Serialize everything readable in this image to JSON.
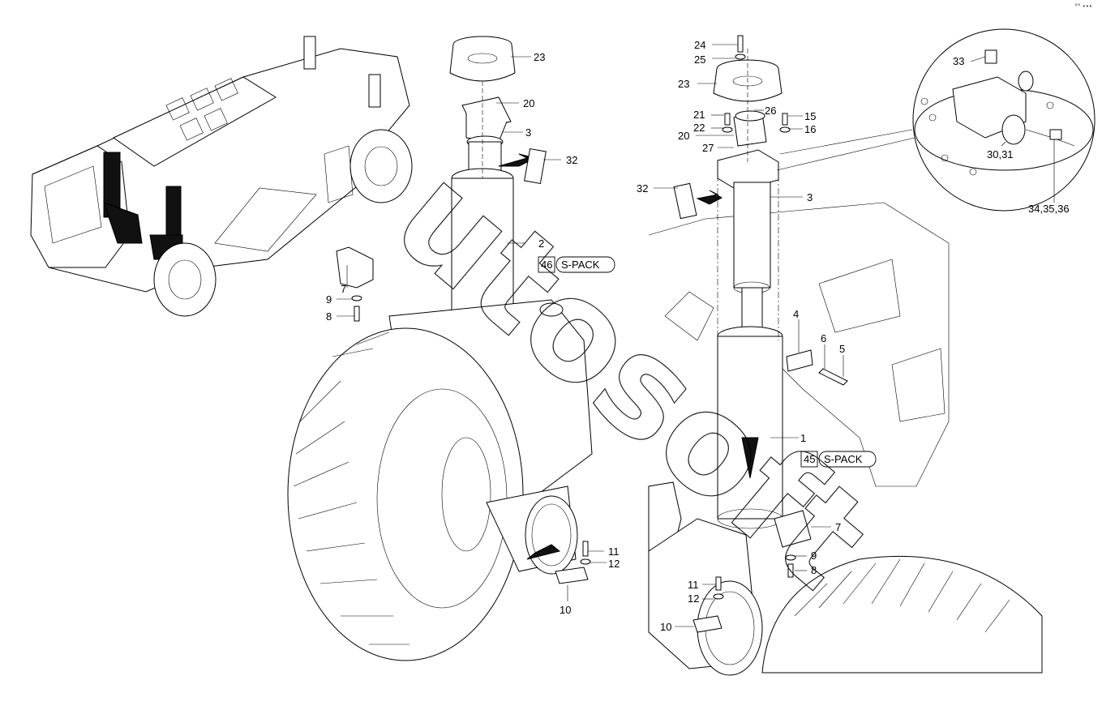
{
  "corner_mark": "°° •••",
  "watermark": "utosoft",
  "left_view": {
    "labels": {
      "p23": "23",
      "p20": "20",
      "p3": "3",
      "p32": "32",
      "p2": "2",
      "p9": "9",
      "p8": "8",
      "p7": "7",
      "p11": "11",
      "p12": "12",
      "p10": "10"
    },
    "pack_number": "46",
    "pack_text": "S-PACK"
  },
  "right_view": {
    "labels": {
      "p24": "24",
      "p25": "25",
      "p23": "23",
      "p21": "21",
      "p22": "22",
      "p20": "20",
      "p26": "26",
      "p15": "15",
      "p16": "16",
      "p27": "27",
      "p32": "32",
      "p3": "3",
      "p4": "4",
      "p6": "6",
      "p5": "5",
      "p1": "1",
      "p7": "7",
      "p9": "9",
      "p8": "8",
      "p11": "11",
      "p12": "12",
      "p10": "10"
    },
    "pack_number": "45",
    "pack_text": "S-PACK"
  },
  "detail_view": {
    "labels": {
      "p33": "33",
      "p3031": "30,31",
      "p343536": "34,35,36"
    }
  }
}
